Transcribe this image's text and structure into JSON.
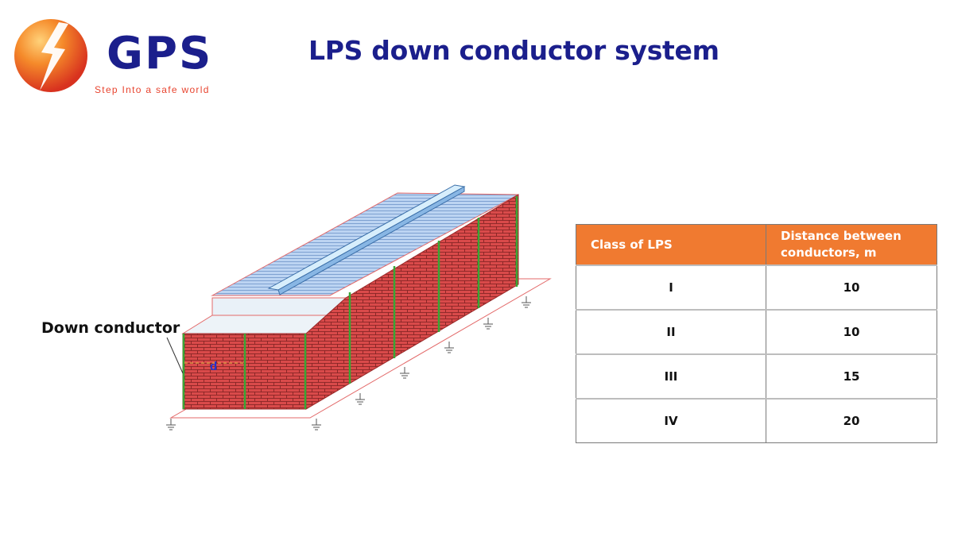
{
  "brand": {
    "name": "GPS",
    "tagline": "Step Into a safe world",
    "logo_icon": "lightning-sphere-icon",
    "colors": {
      "navy": "#1b1f8c",
      "orange": "#f07a30",
      "red": "#e8442f"
    }
  },
  "title": "LPS down conductor system",
  "diagram": {
    "callout_label": "Down conductor",
    "distance_marker": "d",
    "colors": {
      "brick": "#d94a4a",
      "roof": "#a9c8ee",
      "conductor": "#3aa635"
    }
  },
  "table": {
    "headers": [
      "Class of LPS",
      "Distance between conductors, m"
    ],
    "rows": [
      {
        "class": "I",
        "distance": "10"
      },
      {
        "class": "II",
        "distance": "10"
      },
      {
        "class": "III",
        "distance": "15"
      },
      {
        "class": "IV",
        "distance": "20"
      }
    ]
  }
}
